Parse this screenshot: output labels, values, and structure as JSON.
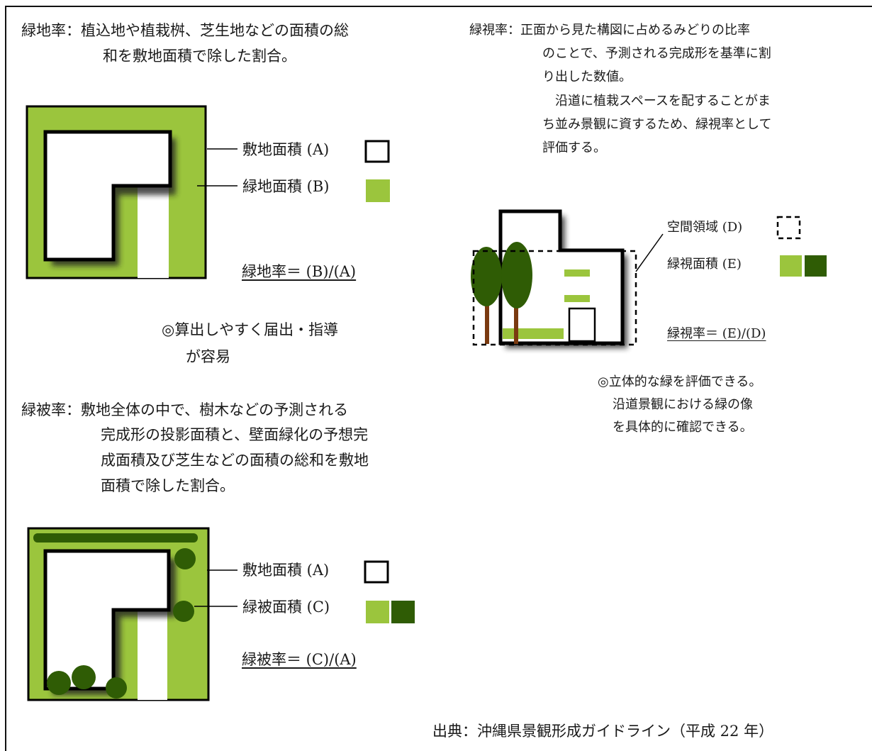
{
  "colors": {
    "light_green": "#9bc53d",
    "dark_green": "#2f5c05",
    "trunk": "#7a3a10",
    "outline": "#000000"
  },
  "ryokuchi": {
    "def_line1": "緑地率：植込地や植栽桝、芝生地などの面積の総",
    "def_line2": "和を敷地面積で除した割合。",
    "site_label": "敷地面積 (A)",
    "green_label": "緑地面積 (B)",
    "formula": "緑地率＝ (B)/(A)",
    "note_line1": "◎算出しやすく届出・指導",
    "note_line2": "が容易"
  },
  "ryokuhi": {
    "def_line1": "緑被率：敷地全体の中で、樹木などの予測される",
    "def_line2": "完成形の投影面積と、壁面緑化の予想完",
    "def_line3": "成面積及び芝生などの面積の総和を敷地",
    "def_line4": "面積で除した割合。",
    "site_label": "敷地面積 (A)",
    "cover_label": "緑被面積 (C)",
    "formula": "緑被率＝ (C)/(A)"
  },
  "ryokushi": {
    "def_line1": "緑視率：正面から見た構図に占めるみどりの比率",
    "def_line2": "のことで、予測される完成形を基準に割",
    "def_line3": "り出した数値。",
    "def_line4": "　沿道に植栽スペースを配することがま",
    "def_line5": "ち並み景観に資するため、緑視率として",
    "def_line6": "評価する。",
    "space_label": "空間領域 (D)",
    "view_label": "緑視面積 (E)",
    "formula": "緑視率＝ (E)/(D)",
    "note_line1": "◎立体的な緑を評価できる。",
    "note_line2": "沿道景観における緑の像",
    "note_line3": "を具体的に確認できる。"
  },
  "source": "出典：沖縄県景観形成ガイドライン（平成 22 年）"
}
